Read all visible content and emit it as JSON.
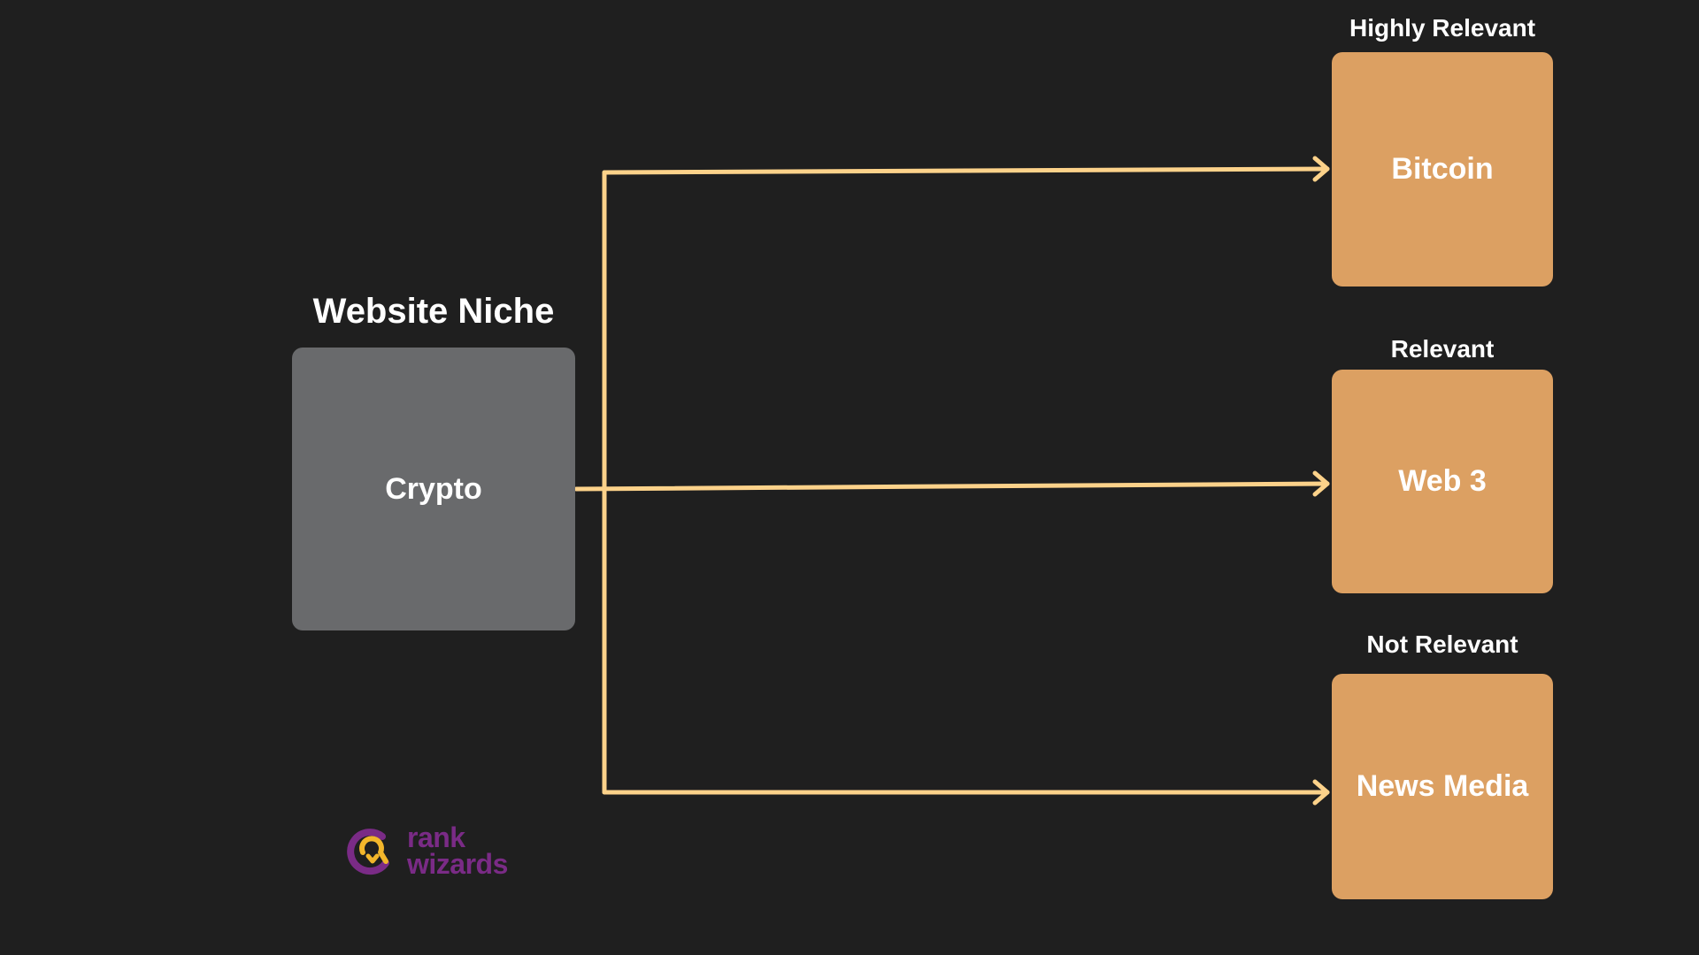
{
  "source": {
    "heading": "Website Niche",
    "label": "Crypto"
  },
  "targets": [
    {
      "relevance": "Highly Relevant",
      "label": "Bitcoin"
    },
    {
      "relevance": "Relevant",
      "label": "Web 3"
    },
    {
      "relevance": "Not Relevant",
      "label": "News Media"
    }
  ],
  "logo": {
    "line1": "rank",
    "line2": "wizards"
  },
  "colors": {
    "background": "#1f1f1f",
    "source_box": "#696a6c",
    "target_box": "#dca062",
    "connector": "#fcd28a",
    "logo_purple": "#7a2b86",
    "logo_yellow": "#f2b62b"
  }
}
